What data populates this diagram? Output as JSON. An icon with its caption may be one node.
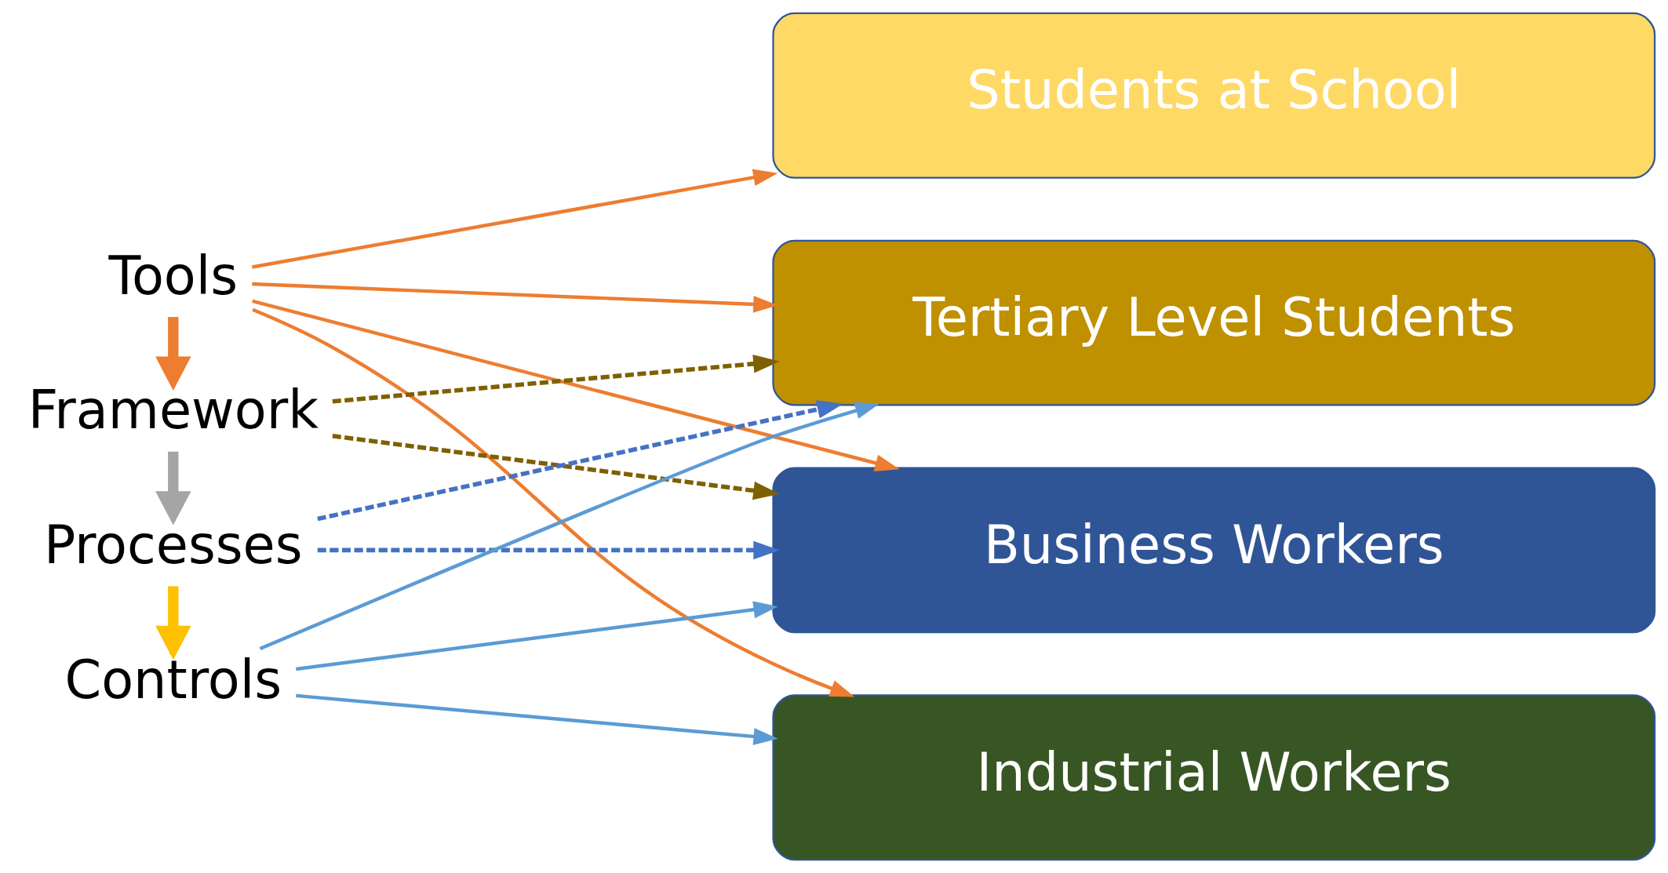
{
  "diagram": {
    "nodes": [
      {
        "text": [
          "Tools"
        ]
      },
      {
        "text": [
          "Framework"
        ]
      },
      {
        "text": [
          "Processes"
        ]
      },
      {
        "text": [
          "Controls"
        ]
      },
      {
        "text": [
          "Students at School"
        ]
      },
      {
        "text": [
          "Tertiary Level Students"
        ]
      },
      {
        "text": [
          "Business Workers"
        ]
      },
      {
        "text": [
          "Industrial Workers"
        ]
      }
    ],
    "edges": [
      {
        "from": 0,
        "to": 1,
        "arrow": "to",
        "style": "thick"
      },
      {
        "from": 1,
        "to": 2,
        "arrow": "to",
        "style": "thick",
        "color": "#a5a5a5"
      },
      {
        "from": 2,
        "to": 3,
        "arrow": "to",
        "style": "thick",
        "color": "#ffc000"
      },
      {
        "from": 0,
        "to": 4,
        "arrow": "to"
      },
      {
        "from": 0,
        "to": 5,
        "arrow": "to"
      },
      {
        "from": 0,
        "to": 6,
        "arrow": "to"
      },
      {
        "from": 0,
        "to": 7,
        "arrow": "to"
      },
      {
        "from": 1,
        "to": 5,
        "arrow": "to",
        "style": "dashed",
        "color": "#7f6000"
      },
      {
        "from": 1,
        "to": 6,
        "arrow": "to",
        "style": "dashed",
        "color": "#7f6000"
      },
      {
        "from": 2,
        "to": 5,
        "arrow": "to",
        "style": "dashed",
        "color": "#4472c4"
      },
      {
        "from": 2,
        "to": 6,
        "arrow": "to",
        "style": "dashed",
        "color": "#4472c4"
      },
      {
        "from": 3,
        "to": 5,
        "arrow": "to",
        "color": "#5b9bd5"
      },
      {
        "from": 3,
        "to": 6,
        "arrow": "to",
        "color": "#5b9bd5"
      },
      {
        "from": 3,
        "to": 7,
        "arrow": "to",
        "color": "#5b9bd5"
      }
    ]
  }
}
